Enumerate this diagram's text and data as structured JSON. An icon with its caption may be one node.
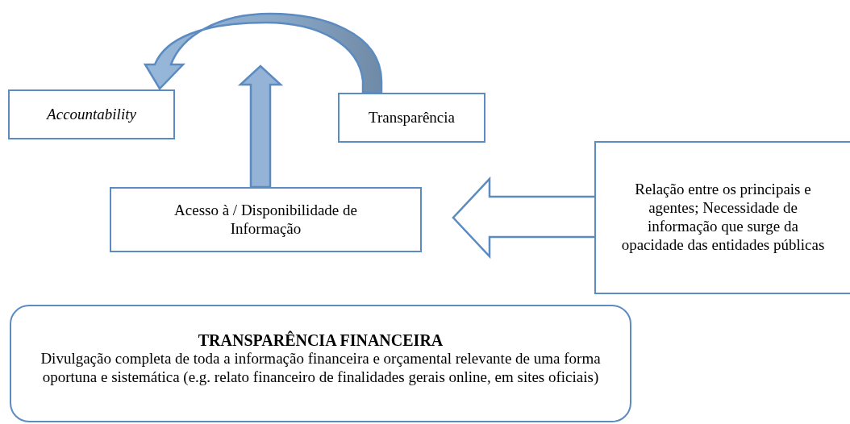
{
  "diagram": {
    "nodes": [
      {
        "text": [
          "Accountability"
        ]
      },
      {
        "text": [
          "Transparência"
        ]
      },
      {
        "text": [
          "Acesso à / Disponibilidade de Informação"
        ]
      },
      {
        "text": [
          "Relação entre os principais e agentes; Necessidade de informação que surge da opacidade das entidades públicas"
        ]
      },
      {
        "text": [
          "TRANSPARÊNCIA FINANCEIRA",
          "Divulgação completa de toda a informação financeira e orçamental relevante de uma forma oportuna e sistemática (e.g. relato financeiro de finalidades gerais online, em sites oficiais)"
        ]
      }
    ],
    "edges": [
      {
        "from": 1,
        "to": 0,
        "arrow": "to"
      },
      {
        "from": 2,
        "to": null,
        "arrow": "to"
      },
      {
        "from": 3,
        "to": 2,
        "arrow": "to"
      }
    ]
  }
}
